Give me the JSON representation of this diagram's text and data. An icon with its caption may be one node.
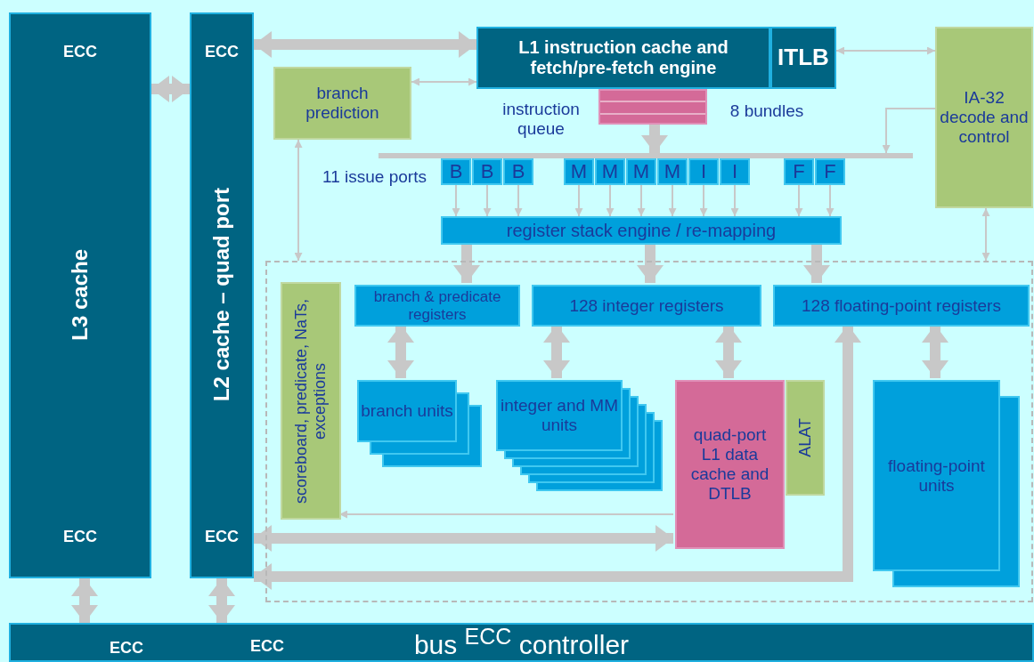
{
  "diagram": {
    "nodes": [
      {
        "text": [
          "ECC",
          "L3 cache",
          "ECC"
        ]
      },
      {
        "text": [
          "ECC",
          "L2 cache – quad port",
          "ECC"
        ]
      },
      {
        "text": [
          "L1 instruction cache and fetch/pre-fetch engine"
        ]
      },
      {
        "text": [
          "ITLB"
        ]
      },
      {
        "text": [
          "branch prediction"
        ]
      },
      {
        "text": [
          "IA-32 decode and control"
        ]
      },
      {
        "text": [],
        "shape": "box",
        "beside": [
          "instruction queue",
          "8 bundles"
        ]
      },
      {
        "text": [],
        "shape": "bar"
      },
      {
        "text": [
          "B"
        ]
      },
      {
        "text": [
          "B"
        ]
      },
      {
        "text": [
          "B"
        ]
      },
      {
        "text": [
          "M"
        ]
      },
      {
        "text": [
          "M"
        ]
      },
      {
        "text": [
          "M"
        ]
      },
      {
        "text": [
          "M"
        ]
      },
      {
        "text": [
          "I"
        ]
      },
      {
        "text": [
          "I"
        ]
      },
      {
        "text": [
          "F"
        ]
      },
      {
        "text": [
          "F"
        ]
      },
      {
        "text": [
          "register stack engine / re-mapping"
        ]
      },
      {
        "text": [],
        "shape": "box"
      },
      {
        "text": [
          "scoreboard, predicate, NaTs, exceptions"
        ],
        "in": 20
      },
      {
        "text": [
          "branch & predicate registers"
        ],
        "in": 20
      },
      {
        "text": [
          "128 integer registers"
        ],
        "in": 20
      },
      {
        "text": [
          "128 floating-point registers"
        ],
        "in": 20
      },
      {
        "text": [
          "branch units"
        ],
        "in": 20
      },
      {
        "text": [
          "integer and MM units"
        ],
        "in": 20
      },
      {
        "text": [
          "quad-port L1 data cache and DTLB"
        ],
        "in": 20
      },
      {
        "text": [
          "ALAT"
        ],
        "in": 20
      },
      {
        "text": [
          "floating-point units"
        ],
        "in": 20
      },
      {
        "text": [
          "bus $^{ECC}$ controller"
        ]
      }
    ],
    "edges": [
      {
        "from": 0,
        "to": 1,
        "arrow": "both",
        "style": "thick"
      },
      {
        "from": 1,
        "to": 2,
        "arrow": "both",
        "style": "thick"
      },
      {
        "from": 4,
        "to": 2,
        "arrow": "both"
      },
      {
        "from": 3,
        "to": 5,
        "arrow": "both"
      },
      {
        "from": 6,
        "to": 7,
        "arrow": "to",
        "style": "thick"
      },
      {
        "from": 5,
        "to": 7,
        "arrow": "to"
      },
      {
        "from": 8,
        "to": 19,
        "arrow": "to"
      },
      {
        "from": 9,
        "to": 19,
        "arrow": "to"
      },
      {
        "from": 10,
        "to": 19,
        "arrow": "to"
      },
      {
        "from": 11,
        "to": 19,
        "arrow": "to"
      },
      {
        "from": 12,
        "to": 19,
        "arrow": "to"
      },
      {
        "from": 13,
        "to": 19,
        "arrow": "to"
      },
      {
        "from": 14,
        "to": 19,
        "arrow": "to"
      },
      {
        "from": 15,
        "to": 19,
        "arrow": "to"
      },
      {
        "from": 16,
        "to": 19,
        "arrow": "to"
      },
      {
        "from": 17,
        "to": 19,
        "arrow": "to"
      },
      {
        "from": 18,
        "to": 19,
        "arrow": "to"
      },
      {
        "from": 19,
        "to": 22,
        "arrow": "to",
        "style": "thick"
      },
      {
        "from": 19,
        "to": 23,
        "arrow": "to",
        "style": "thick"
      },
      {
        "from": 19,
        "to": 24,
        "arrow": "to",
        "style": "thick"
      },
      {
        "from": 4,
        "to": 20,
        "arrow": "both"
      },
      {
        "from": 5,
        "to": 20,
        "arrow": "both"
      },
      {
        "from": 22,
        "to": 25,
        "arrow": "both",
        "style": "thick"
      },
      {
        "from": 23,
        "to": 26,
        "arrow": "both",
        "style": "thick"
      },
      {
        "from": 23,
        "to": 27,
        "arrow": "both",
        "style": "thick"
      },
      {
        "from": 24,
        "to": 29,
        "arrow": "both",
        "style": "thick"
      },
      {
        "from": 27,
        "to": 21,
        "arrow": "to"
      },
      {
        "from": 1,
        "to": 27,
        "arrow": "both",
        "style": "thick"
      },
      {
        "from": 1,
        "to": 24,
        "arrow": "both",
        "style": "thick"
      },
      {
        "from": 0,
        "to": 30,
        "arrow": "both",
        "style": "thick"
      },
      {
        "from": 1,
        "to": 30,
        "arrow": "both",
        "style": "thick"
      }
    ],
    "labels": [
      "11 issue ports",
      "ECC",
      "ECC"
    ]
  }
}
